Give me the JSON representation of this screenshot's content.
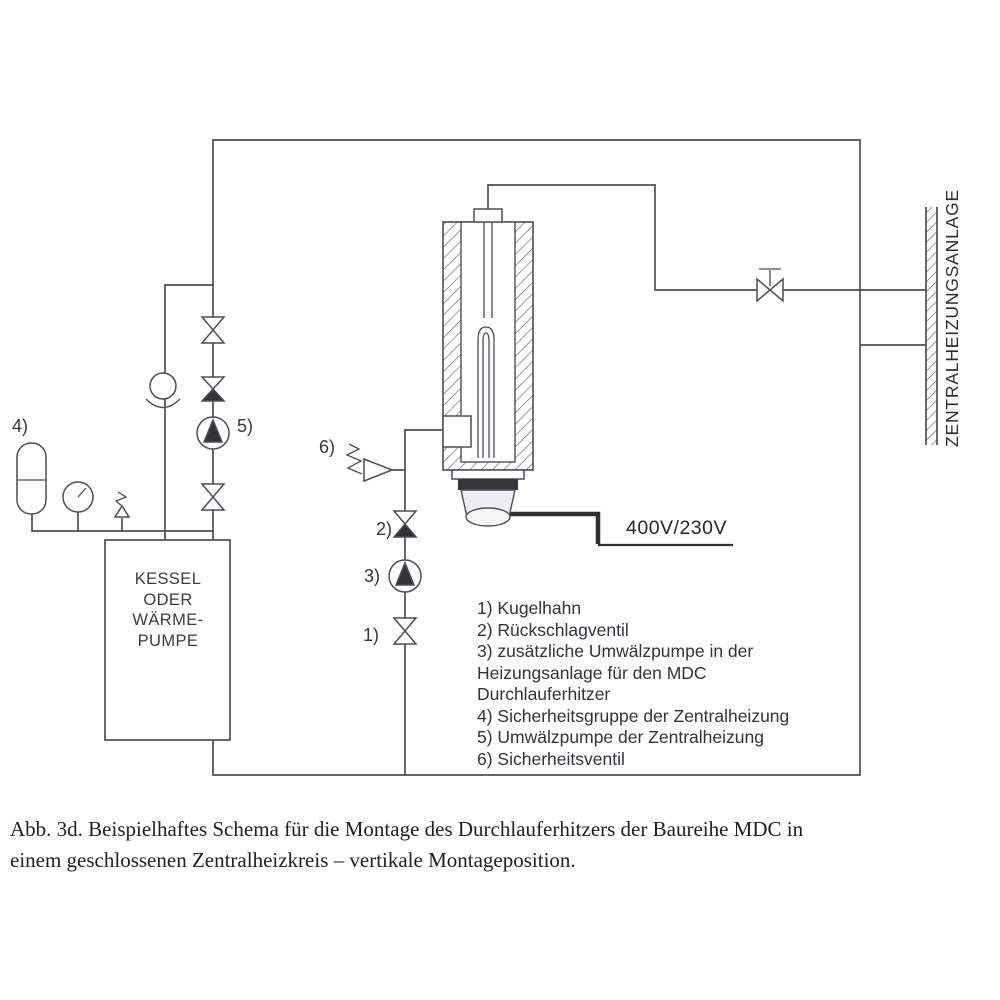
{
  "diagram": {
    "labels": {
      "n1": "1)",
      "n2": "2)",
      "n3": "3)",
      "n4": "4)",
      "n5": "5)",
      "n6": "6)",
      "voltage": "400V/230V",
      "central_heating_system": "ZENTRALHEIZUNGSANLAGE"
    }
  },
  "kessel": {
    "lines": [
      "KESSEL",
      "ODER",
      "WÄRME-",
      "PUMPE"
    ]
  },
  "legend": {
    "lines": [
      "1) Kugelhahn",
      "2) Rückschlagventil",
      "3) zusätzliche Umwälzpumpe in der",
      "Heizungsanlage für den MDC",
      "Durchlauferhitzer",
      "4) Sicherheitsgruppe der Zentralheizung",
      "5) Umwälzpumpe der Zentralheizung",
      "6) Sicherheitsventil"
    ]
  },
  "caption": {
    "line1": "Abb. 3d. Beispielhaftes Schema für die Montage des Durchlauferhitzers der Baureihe MDC in",
    "line2": "einem geschlossenen Zentralheizkreis – vertikale Montageposition."
  },
  "colors": {
    "line": "#4d4d55",
    "dark_fill": "#323237",
    "background": "#ffffff"
  }
}
